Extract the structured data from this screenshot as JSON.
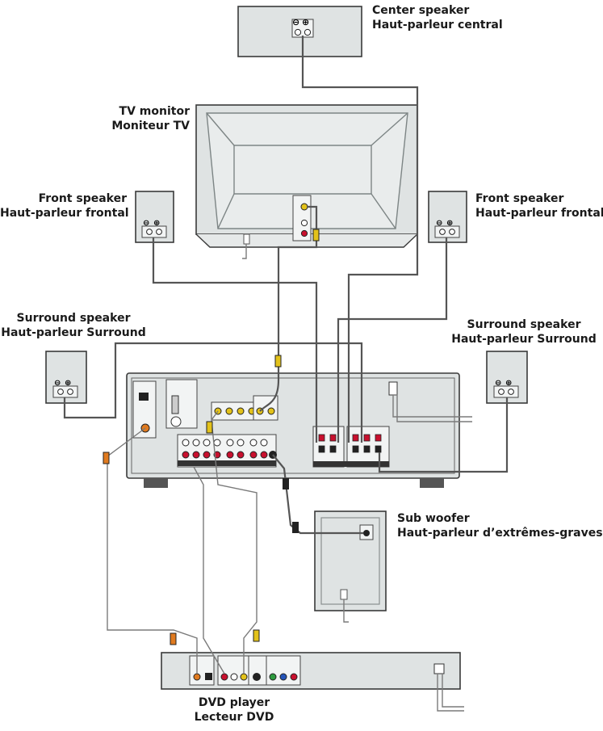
{
  "labels": {
    "center_speaker": [
      "Center speaker",
      "Haut-parleur central"
    ],
    "tv_monitor": [
      "TV monitor",
      "Moniteur TV"
    ],
    "front_speaker_left": [
      "Front speaker",
      "Haut-parleur frontal"
    ],
    "front_speaker_right": [
      "Front speaker",
      "Haut-parleur frontal"
    ],
    "surround_speaker_left": [
      "Surround speaker",
      "Haut-parleur Surround"
    ],
    "surround_speaker_right": [
      "Surround speaker",
      "Haut-parleur Surround"
    ],
    "sub_woofer": [
      "Sub woofer",
      "Haut-parleur d’extrêmes-graves"
    ],
    "dvd_player": [
      "DVD player",
      "Lecteur DVD"
    ]
  },
  "terminal_marks": {
    "minus": "⊖",
    "plus": "⊕"
  },
  "colors": {
    "device_fill": "#dfe3e3",
    "wire": "#555555",
    "video_jack": "#e3c21a",
    "audio_right_jack": "#c8102e",
    "coaxial_jack": "#e07a1f"
  }
}
